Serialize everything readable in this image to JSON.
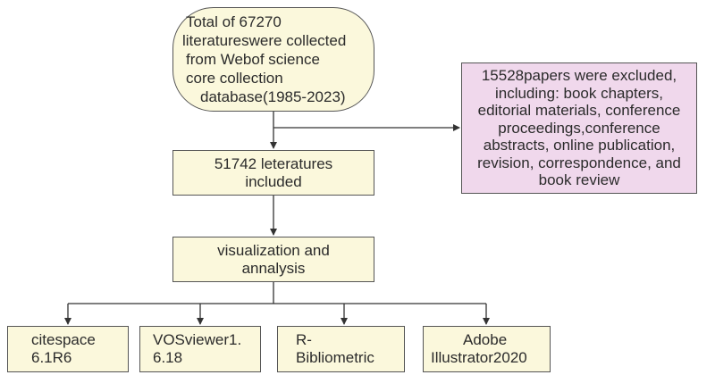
{
  "boxes": {
    "start": [
      "Total of 67270",
      "literatureswere collected",
      "from Webof science",
      "core collection",
      "database(1985-2023)"
    ],
    "excluded": [
      "15528papers were excluded,",
      "including: book chapters,",
      "editorial materials, conference",
      "proceedings,conference",
      "abstracts, online publication,",
      "revision, correspondence, and",
      "book review"
    ],
    "included": [
      "51742 leteratures",
      "included"
    ],
    "visualization": [
      "visualization and",
      "annalysis"
    ],
    "tools": [
      [
        "citespace",
        "6.1R6"
      ],
      [
        "VOSviewer1.",
        "6.18"
      ],
      [
        "R-",
        "Bibliometric"
      ],
      [
        "Adobe",
        "Illustrator2020"
      ]
    ]
  },
  "colors": {
    "box_fill": "#fbf8dc",
    "excluded_fill": "#f0d8ec",
    "border": "#555555",
    "arrow": "#333333"
  }
}
